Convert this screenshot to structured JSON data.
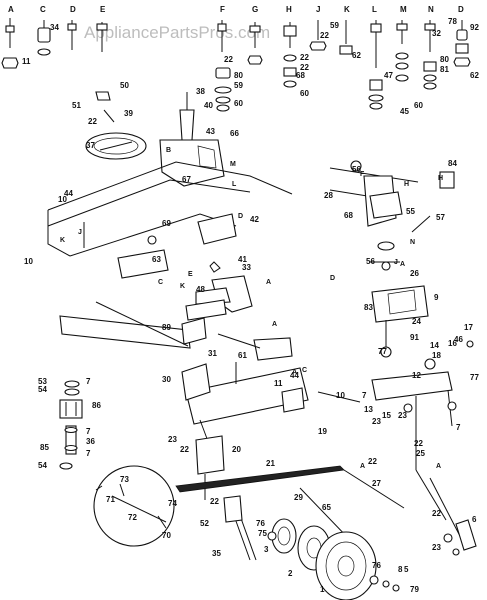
{
  "watermark": "AppliancePartsPros.com",
  "hardware_letters": [
    "A",
    "C",
    "D",
    "E",
    "F",
    "G",
    "H",
    "J",
    "K",
    "L",
    "M",
    "N",
    "D"
  ],
  "part_numbers": [
    "1",
    "2",
    "3",
    "5",
    "6",
    "7",
    "8",
    "9",
    "10",
    "11",
    "12",
    "13",
    "14",
    "15",
    "16",
    "17",
    "18",
    "19",
    "20",
    "21",
    "22",
    "23",
    "24",
    "25",
    "26",
    "27",
    "28",
    "29",
    "30",
    "31",
    "32",
    "33",
    "34",
    "35",
    "36",
    "37",
    "38",
    "39",
    "40",
    "41",
    "42",
    "43",
    "44",
    "45",
    "46",
    "47",
    "48",
    "50",
    "51",
    "52",
    "53",
    "54",
    "55",
    "56",
    "57",
    "59",
    "60",
    "61",
    "62",
    "63",
    "65",
    "66",
    "67",
    "68",
    "69",
    "70",
    "71",
    "72",
    "73",
    "74",
    "75",
    "76",
    "77",
    "78",
    "79",
    "80",
    "81",
    "83",
    "84",
    "85",
    "86",
    "89",
    "91",
    "92"
  ],
  "reference_letters": [
    "A",
    "B",
    "C",
    "D",
    "E",
    "F",
    "H",
    "J",
    "K",
    "L",
    "M",
    "N"
  ]
}
